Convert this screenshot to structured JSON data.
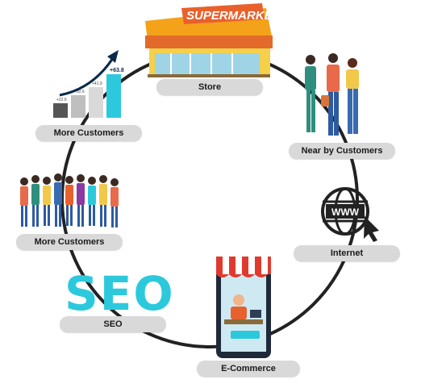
{
  "nodes": {
    "store": "Store",
    "nearby": "Near by Customers",
    "internet": "Internet",
    "ecommerce": "E-Commerce",
    "seo": "SEO",
    "more_customers_left": "More Customers",
    "more_customers_top": "More Customers"
  },
  "store_sign": "SUPERMARKET",
  "seo_logo": "SEO",
  "www_label": "WWW",
  "growth_chart": {
    "labels": [
      "+22.6",
      "+32.6",
      "+41.9",
      "+63.8"
    ]
  },
  "colors": {
    "cycle": "#222222",
    "pill": "#d9d9d9",
    "seo": "#2cc9dd",
    "awning": "#e03a2f",
    "accent_bar": "#2cc9dd"
  }
}
